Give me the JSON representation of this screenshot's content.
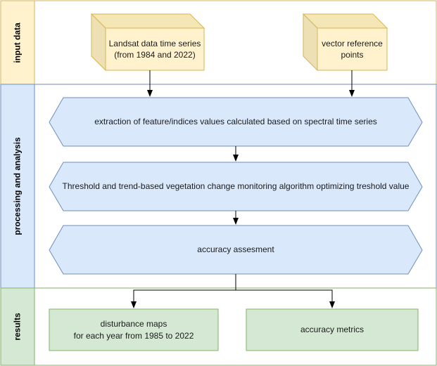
{
  "lanes": [
    {
      "label": "input data",
      "fill": "#fff2cc",
      "stroke": "#d6b656"
    },
    {
      "label": "processing and analysis",
      "fill": "#dae8fc",
      "stroke": "#6c8ebf"
    },
    {
      "label": "results",
      "fill": "#d5e8d4",
      "stroke": "#82b366"
    }
  ],
  "inputs": {
    "landsat": "Landsat data time series\n(from 1984 and 2022)",
    "vector": "vector reference\npoints"
  },
  "processing": {
    "extraction": "extraction of feature/indices values calculated based on spectral time series",
    "algorithm": "Threshold and trend-based vegetation change monitoring algorithm optimizing treshold value",
    "accuracy": "accuracy assesment"
  },
  "results": {
    "maps": "disturbance maps\nfor each year from 1985 to 2022",
    "metrics": "accuracy metrics"
  },
  "colors": {
    "input_fill": "#fff2cc",
    "input_stroke": "#d6b656",
    "input_top": "#f5e6b6",
    "input_side": "#ece0b4",
    "process_fill": "#dae8fc",
    "process_stroke": "#6c8ebf",
    "result_fill": "#d5e8d4",
    "result_stroke": "#82b366",
    "arrow": "#000000"
  }
}
